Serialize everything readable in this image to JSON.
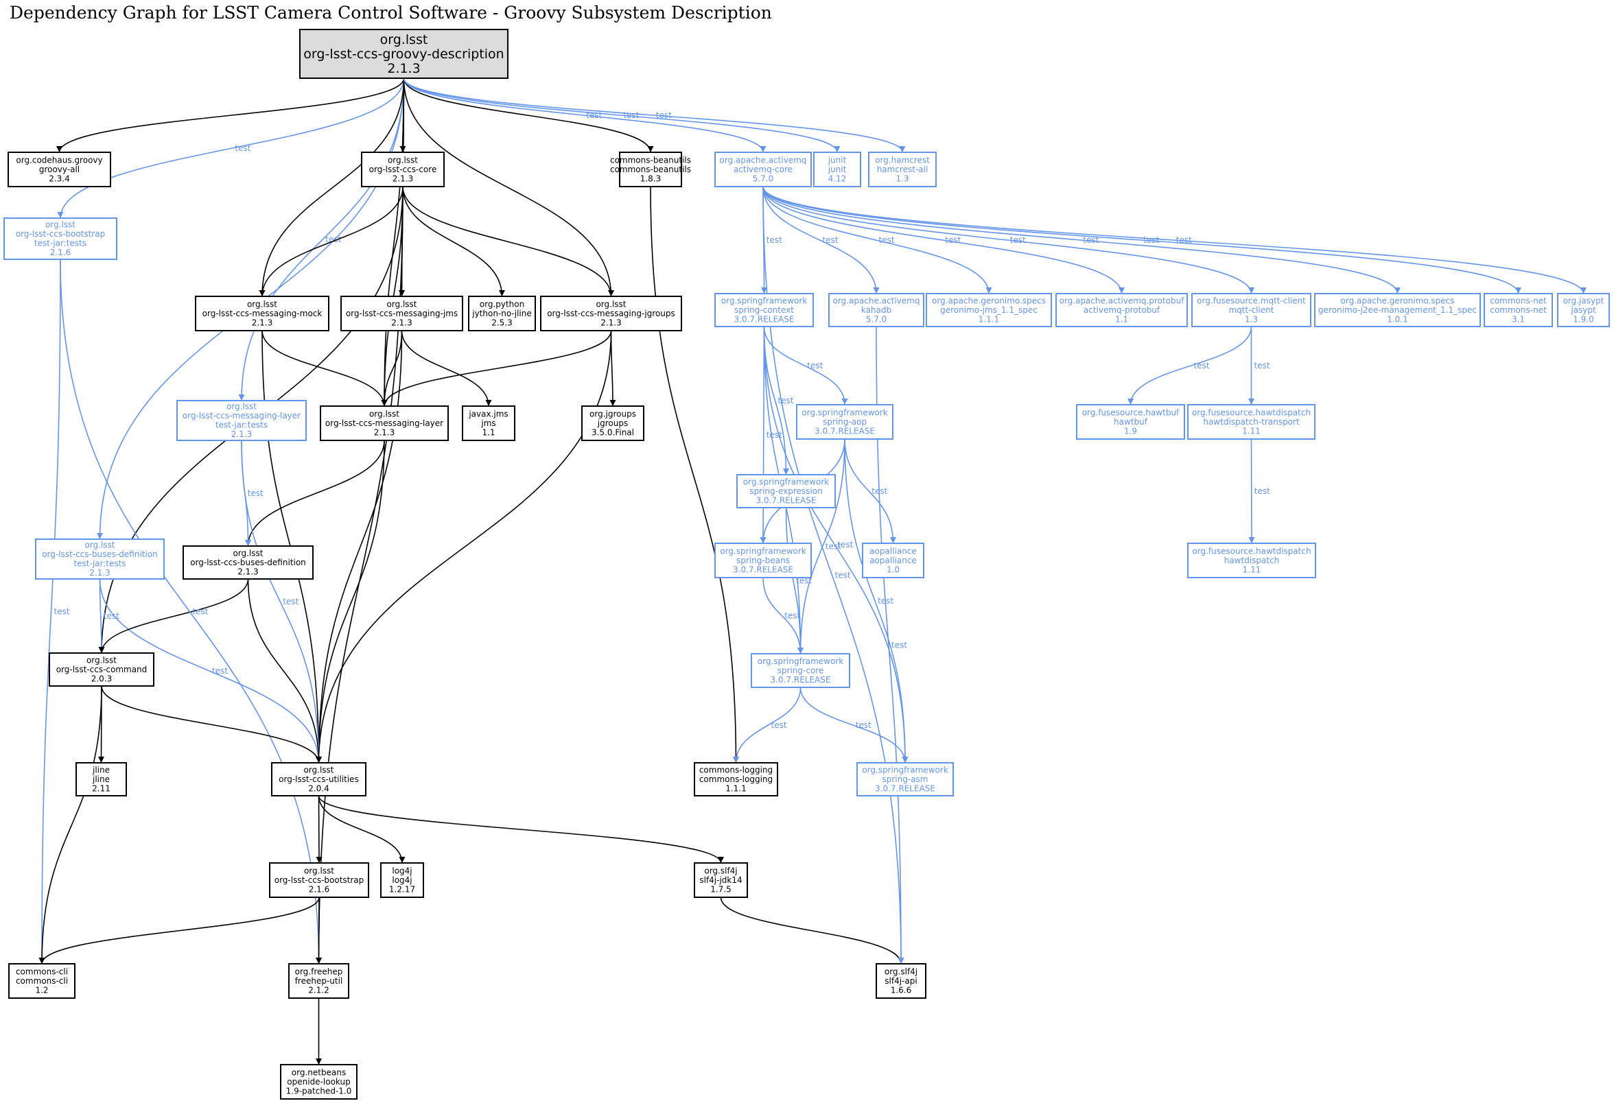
{
  "title": "Dependency Graph for LSST Camera Control Software - Groovy Subsystem Description",
  "colors": {
    "compile": "#000000",
    "test": "#6495ed",
    "root_fill": "#dcdcdc"
  },
  "nodes": [
    {
      "id": "root",
      "kind": "root",
      "lines": [
        "org.lsst",
        "org-lsst-ccs-groovy-description",
        "2.1.3"
      ]
    },
    {
      "id": "groovy-all",
      "kind": "compile",
      "lines": [
        "org.codehaus.groovy",
        "groovy-all",
        "2.3.4"
      ]
    },
    {
      "id": "core",
      "kind": "compile",
      "lines": [
        "org.lsst",
        "org-lsst-ccs-core",
        "2.1.3"
      ]
    },
    {
      "id": "beanutils",
      "kind": "compile",
      "lines": [
        "commons-beanutils",
        "commons-beanutils",
        "1.8.3"
      ]
    },
    {
      "id": "activemq-core",
      "kind": "test",
      "lines": [
        "org.apache.activemq",
        "activemq-core",
        "5.7.0"
      ]
    },
    {
      "id": "junit",
      "kind": "test",
      "lines": [
        "junit",
        "junit",
        "4.12"
      ]
    },
    {
      "id": "hamcrest",
      "kind": "test",
      "lines": [
        "org.hamcrest",
        "hamcrest-all",
        "1.3"
      ]
    },
    {
      "id": "bootstrap-tests",
      "kind": "test",
      "lines": [
        "org.lsst",
        "org-lsst-ccs-bootstrap",
        "test-jar:tests",
        "2.1.6"
      ]
    },
    {
      "id": "messaging-mock",
      "kind": "compile",
      "lines": [
        "org.lsst",
        "org-lsst-ccs-messaging-mock",
        "2.1.3"
      ]
    },
    {
      "id": "messaging-jms",
      "kind": "compile",
      "lines": [
        "org.lsst",
        "org-lsst-ccs-messaging-jms",
        "2.1.3"
      ]
    },
    {
      "id": "jython",
      "kind": "compile",
      "lines": [
        "org.python",
        "jython-no-jline",
        "2.5.3"
      ]
    },
    {
      "id": "messaging-jgroups",
      "kind": "compile",
      "lines": [
        "org.lsst",
        "org-lsst-ccs-messaging-jgroups",
        "2.1.3"
      ]
    },
    {
      "id": "spring-context",
      "kind": "test",
      "lines": [
        "org.springframework",
        "spring-context",
        "3.0.7.RELEASE"
      ]
    },
    {
      "id": "kahadb",
      "kind": "test",
      "lines": [
        "org.apache.activemq",
        "kahadb",
        "5.7.0"
      ]
    },
    {
      "id": "geronimo-jms",
      "kind": "test",
      "lines": [
        "org.apache.geronimo.specs",
        "geronimo-jms_1.1_spec",
        "1.1.1"
      ]
    },
    {
      "id": "protobuf",
      "kind": "test",
      "lines": [
        "org.apache.activemq.protobuf",
        "activemq-protobuf",
        "1.1"
      ]
    },
    {
      "id": "mqtt-client",
      "kind": "test",
      "lines": [
        "org.fusesource.mqtt-client",
        "mqtt-client",
        "1.3"
      ]
    },
    {
      "id": "geronimo-j2ee",
      "kind": "test",
      "lines": [
        "org.apache.geronimo.specs",
        "geronimo-j2ee-management_1.1_spec",
        "1.0.1"
      ]
    },
    {
      "id": "commons-net",
      "kind": "test",
      "lines": [
        "commons-net",
        "commons-net",
        "3.1"
      ]
    },
    {
      "id": "jasypt",
      "kind": "test",
      "lines": [
        "org.jasypt",
        "jasypt",
        "1.9.0"
      ]
    },
    {
      "id": "messaging-layer-tests",
      "kind": "test",
      "lines": [
        "org.lsst",
        "org-lsst-ccs-messaging-layer",
        "test-jar:tests",
        "2.1.3"
      ]
    },
    {
      "id": "messaging-layer",
      "kind": "compile",
      "lines": [
        "org.lsst",
        "org-lsst-ccs-messaging-layer",
        "2.1.3"
      ]
    },
    {
      "id": "javax-jms",
      "kind": "compile",
      "lines": [
        "javax.jms",
        "jms",
        "1.1"
      ]
    },
    {
      "id": "jgroups",
      "kind": "compile",
      "lines": [
        "org.jgroups",
        "jgroups",
        "3.5.0.Final"
      ]
    },
    {
      "id": "spring-aop",
      "kind": "test",
      "lines": [
        "org.springframework",
        "spring-aop",
        "3.0.7.RELEASE"
      ]
    },
    {
      "id": "hawtbuf",
      "kind": "test",
      "lines": [
        "org.fusesource.hawtbuf",
        "hawtbuf",
        "1.9"
      ]
    },
    {
      "id": "hawtdispatch-transport",
      "kind": "test",
      "lines": [
        "org.fusesource.hawtdispatch",
        "hawtdispatch-transport",
        "1.11"
      ]
    },
    {
      "id": "spring-expression",
      "kind": "test",
      "lines": [
        "org.springframework",
        "spring-expression",
        "3.0.7.RELEASE"
      ]
    },
    {
      "id": "buses-definition-tests",
      "kind": "test",
      "lines": [
        "org.lsst",
        "org-lsst-ccs-buses-definition",
        "test-jar:tests",
        "2.1.3"
      ]
    },
    {
      "id": "buses-definition",
      "kind": "compile",
      "lines": [
        "org.lsst",
        "org-lsst-ccs-buses-definition",
        "2.1.3"
      ]
    },
    {
      "id": "spring-beans",
      "kind": "test",
      "lines": [
        "org.springframework",
        "spring-beans",
        "3.0.7.RELEASE"
      ]
    },
    {
      "id": "aopalliance",
      "kind": "test",
      "lines": [
        "aopalliance",
        "aopalliance",
        "1.0"
      ]
    },
    {
      "id": "hawtdispatch",
      "kind": "test",
      "lines": [
        "org.fusesource.hawtdispatch",
        "hawtdispatch",
        "1.11"
      ]
    },
    {
      "id": "command",
      "kind": "compile",
      "lines": [
        "org.lsst",
        "org-lsst-ccs-command",
        "2.0.3"
      ]
    },
    {
      "id": "spring-core",
      "kind": "test",
      "lines": [
        "org.springframework",
        "spring-core",
        "3.0.7.RELEASE"
      ]
    },
    {
      "id": "jline",
      "kind": "compile",
      "lines": [
        "jline",
        "jline",
        "2.11"
      ]
    },
    {
      "id": "utilities",
      "kind": "compile",
      "lines": [
        "org.lsst",
        "org-lsst-ccs-utilities",
        "2.0.4"
      ]
    },
    {
      "id": "commons-logging",
      "kind": "compile",
      "lines": [
        "commons-logging",
        "commons-logging",
        "1.1.1"
      ]
    },
    {
      "id": "spring-asm",
      "kind": "test",
      "lines": [
        "org.springframework",
        "spring-asm",
        "3.0.7.RELEASE"
      ]
    },
    {
      "id": "ccs-bootstrap",
      "kind": "compile",
      "lines": [
        "org.lsst",
        "org-lsst-ccs-bootstrap",
        "2.1.6"
      ]
    },
    {
      "id": "log4j",
      "kind": "compile",
      "lines": [
        "log4j",
        "log4j",
        "1.2.17"
      ]
    },
    {
      "id": "slf4j-jdk14",
      "kind": "compile",
      "lines": [
        "org.slf4j",
        "slf4j-jdk14",
        "1.7.5"
      ]
    },
    {
      "id": "commons-cli",
      "kind": "compile",
      "lines": [
        "commons-cli",
        "commons-cli",
        "1.2"
      ]
    },
    {
      "id": "freehep-util",
      "kind": "compile",
      "lines": [
        "org.freehep",
        "freehep-util",
        "2.1.2"
      ]
    },
    {
      "id": "slf4j-api",
      "kind": "compile",
      "lines": [
        "org.slf4j",
        "slf4j-api",
        "1.6.6"
      ]
    },
    {
      "id": "openide-lookup",
      "kind": "compile",
      "lines": [
        "org.netbeans",
        "openide-lookup",
        "1.9-patched-1.0"
      ]
    }
  ],
  "edges": [
    {
      "from": "root",
      "to": "groovy-all",
      "scope": "compile"
    },
    {
      "from": "root",
      "to": "bootstrap-tests",
      "scope": "test",
      "label": "test"
    },
    {
      "from": "root",
      "to": "buses-definition-tests",
      "scope": "test",
      "label": "test"
    },
    {
      "from": "root",
      "to": "messaging-layer-tests",
      "scope": "test",
      "label": "test"
    },
    {
      "from": "root",
      "to": "messaging-mock",
      "scope": "compile"
    },
    {
      "from": "root",
      "to": "messaging-layer",
      "scope": "compile"
    },
    {
      "from": "root",
      "to": "messaging-jms",
      "scope": "compile"
    },
    {
      "from": "root",
      "to": "core",
      "scope": "compile"
    },
    {
      "from": "root",
      "to": "messaging-jgroups",
      "scope": "compile"
    },
    {
      "from": "root",
      "to": "beanutils",
      "scope": "compile"
    },
    {
      "from": "root",
      "to": "activemq-core",
      "scope": "test",
      "label": "test"
    },
    {
      "from": "root",
      "to": "junit",
      "scope": "test",
      "label": "test"
    },
    {
      "from": "root",
      "to": "hamcrest",
      "scope": "test",
      "label": "test"
    },
    {
      "from": "core",
      "to": "messaging-mock",
      "scope": "compile"
    },
    {
      "from": "core",
      "to": "messaging-jms",
      "scope": "compile"
    },
    {
      "from": "core",
      "to": "messaging-layer",
      "scope": "compile"
    },
    {
      "from": "core",
      "to": "jython",
      "scope": "compile"
    },
    {
      "from": "core",
      "to": "messaging-jgroups",
      "scope": "compile"
    },
    {
      "from": "core",
      "to": "command",
      "scope": "compile"
    },
    {
      "from": "core",
      "to": "freehep-util",
      "scope": "compile"
    },
    {
      "from": "messaging-mock",
      "to": "messaging-layer",
      "scope": "compile"
    },
    {
      "from": "messaging-mock",
      "to": "utilities",
      "scope": "compile"
    },
    {
      "from": "messaging-jms",
      "to": "messaging-layer",
      "scope": "compile"
    },
    {
      "from": "messaging-jms",
      "to": "javax-jms",
      "scope": "compile"
    },
    {
      "from": "messaging-jms",
      "to": "utilities",
      "scope": "compile"
    },
    {
      "from": "messaging-jgroups",
      "to": "messaging-layer",
      "scope": "compile"
    },
    {
      "from": "messaging-jgroups",
      "to": "jgroups",
      "scope": "compile"
    },
    {
      "from": "messaging-jgroups",
      "to": "utilities",
      "scope": "compile"
    },
    {
      "from": "messaging-layer",
      "to": "buses-definition",
      "scope": "compile"
    },
    {
      "from": "messaging-layer",
      "to": "utilities",
      "scope": "compile"
    },
    {
      "from": "messaging-layer-tests",
      "to": "buses-definition",
      "scope": "test",
      "label": "test"
    },
    {
      "from": "messaging-layer-tests",
      "to": "utilities",
      "scope": "test",
      "label": "test"
    },
    {
      "from": "buses-definition-tests",
      "to": "command",
      "scope": "test",
      "label": "test"
    },
    {
      "from": "buses-definition-tests",
      "to": "utilities",
      "scope": "test",
      "label": "test"
    },
    {
      "from": "buses-definition",
      "to": "command",
      "scope": "compile"
    },
    {
      "from": "buses-definition",
      "to": "utilities",
      "scope": "compile"
    },
    {
      "from": "bootstrap-tests",
      "to": "commons-cli",
      "scope": "test",
      "label": "test"
    },
    {
      "from": "bootstrap-tests",
      "to": "freehep-util",
      "scope": "test",
      "label": "test"
    },
    {
      "from": "command",
      "to": "jline",
      "scope": "compile"
    },
    {
      "from": "command",
      "to": "utilities",
      "scope": "compile"
    },
    {
      "from": "command",
      "to": "commons-cli",
      "scope": "compile"
    },
    {
      "from": "utilities",
      "to": "ccs-bootstrap",
      "scope": "compile"
    },
    {
      "from": "utilities",
      "to": "log4j",
      "scope": "compile"
    },
    {
      "from": "utilities",
      "to": "slf4j-jdk14",
      "scope": "compile"
    },
    {
      "from": "ccs-bootstrap",
      "to": "commons-cli",
      "scope": "compile"
    },
    {
      "from": "ccs-bootstrap",
      "to": "freehep-util",
      "scope": "compile"
    },
    {
      "from": "freehep-util",
      "to": "openide-lookup",
      "scope": "compile"
    },
    {
      "from": "slf4j-jdk14",
      "to": "slf4j-api",
      "scope": "compile"
    },
    {
      "from": "beanutils",
      "to": "commons-logging",
      "scope": "compile"
    },
    {
      "from": "activemq-core",
      "to": "spring-context",
      "scope": "test",
      "label": "test"
    },
    {
      "from": "activemq-core",
      "to": "kahadb",
      "scope": "test",
      "label": "test"
    },
    {
      "from": "activemq-core",
      "to": "geronimo-jms",
      "scope": "test",
      "label": "test"
    },
    {
      "from": "activemq-core",
      "to": "protobuf",
      "scope": "test",
      "label": "test"
    },
    {
      "from": "activemq-core",
      "to": "mqtt-client",
      "scope": "test",
      "label": "test"
    },
    {
      "from": "activemq-core",
      "to": "geronimo-j2ee",
      "scope": "test",
      "label": "test"
    },
    {
      "from": "activemq-core",
      "to": "commons-net",
      "scope": "test",
      "label": "test"
    },
    {
      "from": "activemq-core",
      "to": "jasypt",
      "scope": "test",
      "label": "test"
    },
    {
      "from": "activemq-core",
      "to": "slf4j-api",
      "scope": "test",
      "label": "test"
    },
    {
      "from": "kahadb",
      "to": "slf4j-api",
      "scope": "test",
      "label": "test"
    },
    {
      "from": "spring-context",
      "to": "spring-aop",
      "scope": "test",
      "label": "test"
    },
    {
      "from": "spring-context",
      "to": "spring-expression",
      "scope": "test",
      "label": "test"
    },
    {
      "from": "spring-context",
      "to": "spring-beans",
      "scope": "test",
      "label": "test"
    },
    {
      "from": "spring-context",
      "to": "spring-core",
      "scope": "test",
      "label": "test"
    },
    {
      "from": "spring-context",
      "to": "spring-asm",
      "scope": "test",
      "label": "test"
    },
    {
      "from": "spring-aop",
      "to": "spring-beans",
      "scope": "test",
      "label": "test"
    },
    {
      "from": "spring-aop",
      "to": "aopalliance",
      "scope": "test",
      "label": "test"
    },
    {
      "from": "spring-aop",
      "to": "spring-core",
      "scope": "test",
      "label": "test"
    },
    {
      "from": "spring-aop",
      "to": "spring-asm",
      "scope": "test",
      "label": "test"
    },
    {
      "from": "spring-expression",
      "to": "spring-core",
      "scope": "test",
      "label": "test"
    },
    {
      "from": "spring-beans",
      "to": "spring-core",
      "scope": "test",
      "label": "test"
    },
    {
      "from": "spring-core",
      "to": "commons-logging",
      "scope": "test",
      "label": "test"
    },
    {
      "from": "spring-core",
      "to": "spring-asm",
      "scope": "test",
      "label": "test"
    },
    {
      "from": "mqtt-client",
      "to": "hawtbuf",
      "scope": "test",
      "label": "test"
    },
    {
      "from": "mqtt-client",
      "to": "hawtdispatch-transport",
      "scope": "test",
      "label": "test"
    },
    {
      "from": "hawtdispatch-transport",
      "to": "hawtdispatch",
      "scope": "test",
      "label": "test"
    }
  ]
}
